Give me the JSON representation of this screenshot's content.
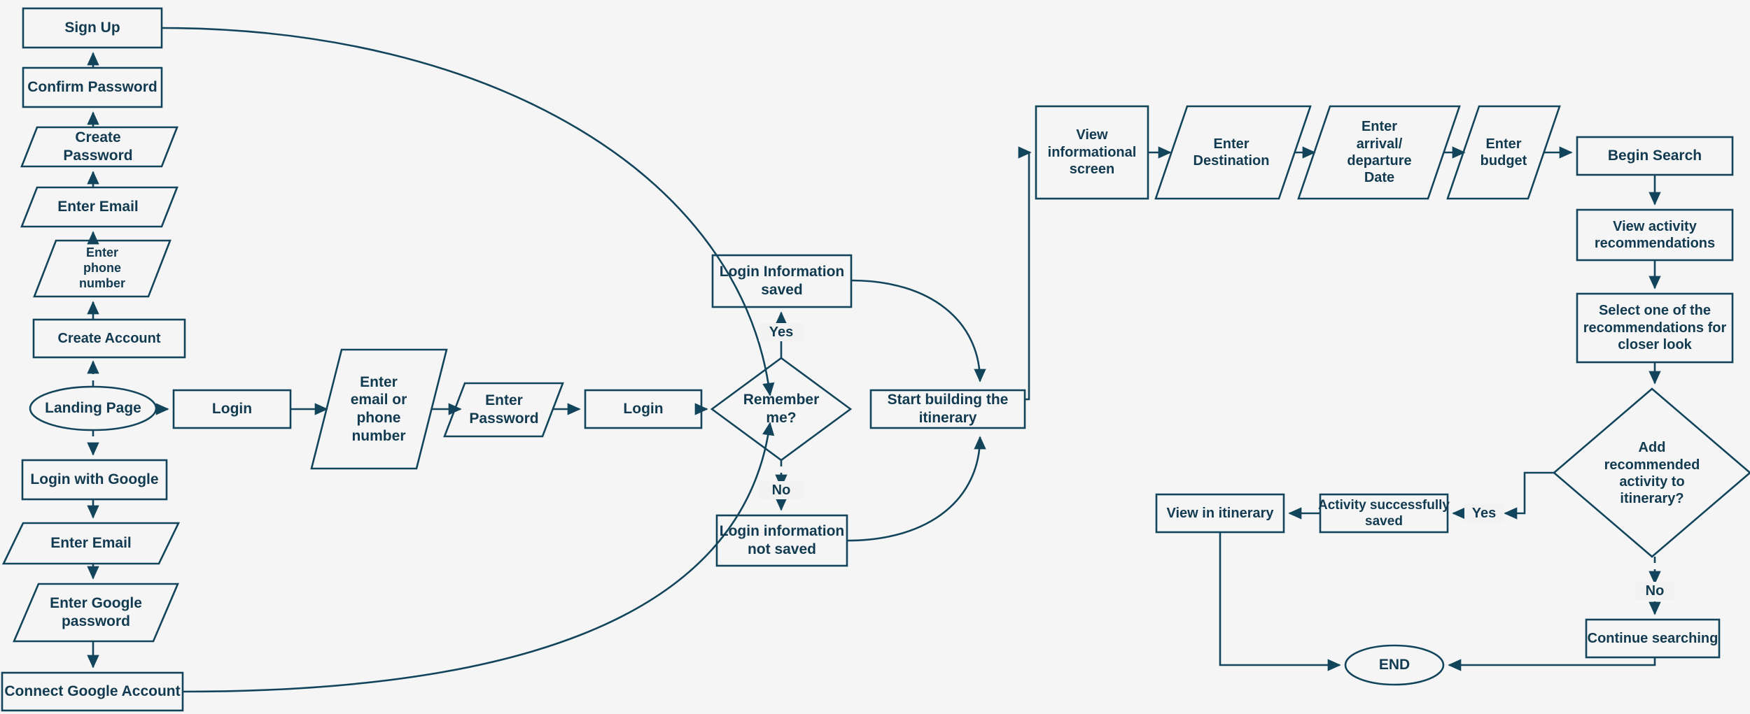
{
  "diagram": {
    "title": "Travel App Signup, Login and Itinerary Flowchart",
    "background_color": "#f4f5f4",
    "stroke_color": "#12455c",
    "text_color": "#123a50"
  },
  "nodes": {
    "sign_up": {
      "label": "Sign Up",
      "shape": "process"
    },
    "confirm_password": {
      "label": "Confirm Password",
      "shape": "process"
    },
    "create_password": {
      "label": "Create\nPassword",
      "shape": "io"
    },
    "enter_email_signup": {
      "label": "Enter Email",
      "shape": "io"
    },
    "enter_phone_number": {
      "label": "Enter\nphone\nnumber",
      "shape": "io"
    },
    "create_account": {
      "label": "Create Account",
      "shape": "process"
    },
    "landing_page": {
      "label": "Landing Page",
      "shape": "terminator"
    },
    "login_with_google": {
      "label": "Login with Google",
      "shape": "process"
    },
    "enter_email_google": {
      "label": "Enter Email",
      "shape": "io"
    },
    "enter_google_password": {
      "label": "Enter Google\npassword",
      "shape": "io"
    },
    "connect_google_account": {
      "label": "Connect Google Account",
      "shape": "process"
    },
    "login": {
      "label": "Login",
      "shape": "process"
    },
    "enter_email_or_phone": {
      "label": "Enter\nemail or\nphone\nnumber",
      "shape": "io"
    },
    "enter_password": {
      "label": "Enter\nPassword",
      "shape": "io"
    },
    "login_submit": {
      "label": "Login",
      "shape": "process"
    },
    "remember_me": {
      "label": "Remember\nme?",
      "shape": "decision"
    },
    "login_information_saved": {
      "label": "Login Information\nsaved",
      "shape": "process"
    },
    "login_information_not_saved": {
      "label": "Login information\nnot saved",
      "shape": "process"
    },
    "start_building_itinerary": {
      "label": "Start building the\nitinerary",
      "shape": "process"
    },
    "view_informational_screen": {
      "label": "View\ninformational\nscreen",
      "shape": "process"
    },
    "enter_destination": {
      "label": "Enter\nDestination",
      "shape": "io"
    },
    "enter_arrival_departure_date": {
      "label": "Enter\narrival/\ndeparture\nDate",
      "shape": "io"
    },
    "enter_budget": {
      "label": "Enter\nbudget",
      "shape": "io"
    },
    "begin_search": {
      "label": "Begin Search",
      "shape": "process"
    },
    "view_activity_recommendations": {
      "label": "View activity\nrecommendations",
      "shape": "process"
    },
    "select_recommendation": {
      "label": "Select one of the\nrecommendations for\ncloser look",
      "shape": "process"
    },
    "add_recommended_activity": {
      "label": "Add\nrecommended\nactivity to\nitinerary?",
      "shape": "decision"
    },
    "activity_successfully_saved": {
      "label": "Activity successfully\nsaved",
      "shape": "process"
    },
    "view_in_itinerary": {
      "label": "View in itinerary",
      "shape": "process"
    },
    "continue_searching": {
      "label": "Continue searching",
      "shape": "process"
    },
    "end": {
      "label": "END",
      "shape": "terminator"
    }
  },
  "edge_labels": {
    "remember_me_yes": "Yes",
    "remember_me_no": "No",
    "add_activity_yes": "Yes",
    "add_activity_no": "No"
  },
  "flow": {
    "signup_branch": [
      "landing_page",
      "create_account",
      "enter_phone_number",
      "enter_email_signup",
      "create_password",
      "confirm_password",
      "sign_up"
    ],
    "google_branch": [
      "landing_page",
      "login_with_google",
      "enter_email_google",
      "enter_google_password",
      "connect_google_account"
    ],
    "login_branch": [
      "landing_page",
      "login",
      "enter_email_or_phone",
      "enter_password",
      "login_submit",
      "remember_me"
    ],
    "itinerary_branch": [
      "start_building_itinerary",
      "view_informational_screen",
      "enter_destination",
      "enter_arrival_departure_date",
      "enter_budget",
      "begin_search",
      "view_activity_recommendations",
      "select_recommendation",
      "add_recommended_activity"
    ],
    "yes_path": [
      "add_recommended_activity",
      "activity_successfully_saved",
      "view_in_itinerary",
      "end"
    ],
    "no_path": [
      "add_recommended_activity",
      "continue_searching",
      "end"
    ]
  }
}
